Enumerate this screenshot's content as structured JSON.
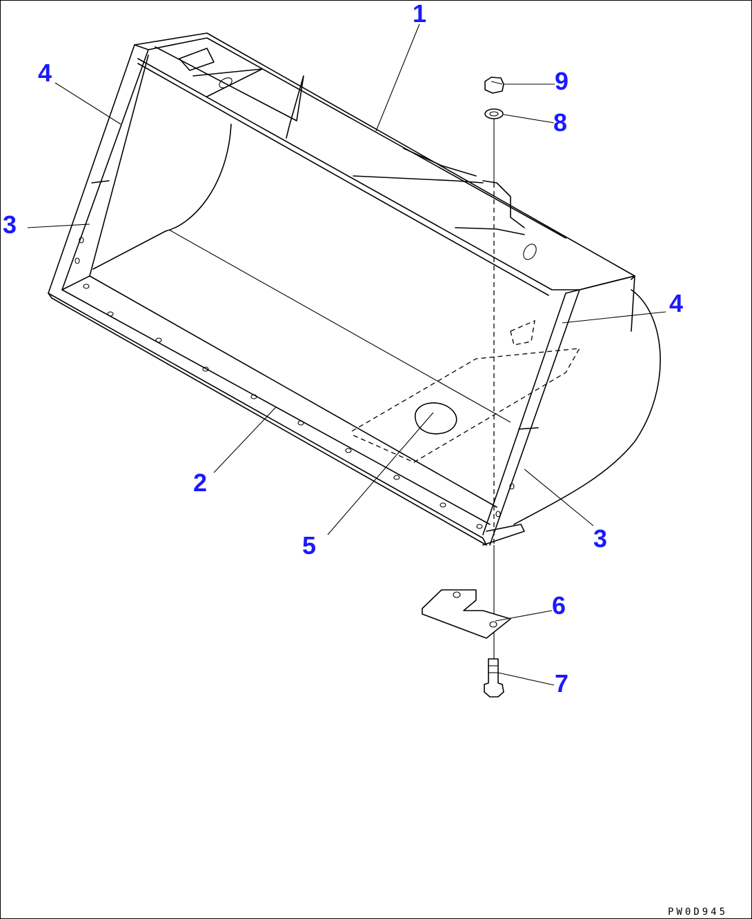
{
  "drawing_code": "PW0D945",
  "callouts": [
    {
      "id": "c1",
      "label": "1"
    },
    {
      "id": "c2",
      "label": "2"
    },
    {
      "id": "c3a",
      "label": "3"
    },
    {
      "id": "c3b",
      "label": "3"
    },
    {
      "id": "c4a",
      "label": "4"
    },
    {
      "id": "c4b",
      "label": "4"
    },
    {
      "id": "c5",
      "label": "5"
    },
    {
      "id": "c6",
      "label": "6"
    },
    {
      "id": "c7",
      "label": "7"
    },
    {
      "id": "c8",
      "label": "8"
    },
    {
      "id": "c9",
      "label": "9"
    }
  ],
  "colors": {
    "callout": "#1a1aff",
    "line": "#000000",
    "background": "#ffffff"
  }
}
